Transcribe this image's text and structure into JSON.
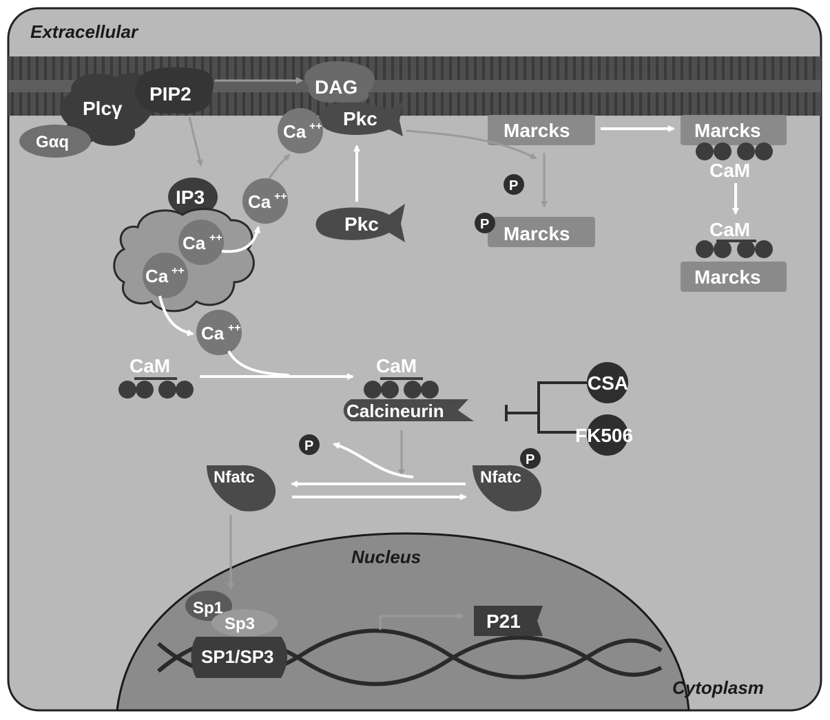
{
  "regions": {
    "extracellular": "Extracellular",
    "cytoplasm": "Cytoplasm",
    "nucleus": "Nucleus"
  },
  "labels": {
    "gaq": "Gαq",
    "plcy": "Plcγ",
    "pip2": "PIP2",
    "dag": "DAG",
    "pkc_membrane": "Pkc",
    "pkc_cyto": "Pkc",
    "ca_membrane": "Ca",
    "ca_cyto": "Ca",
    "ca_er_1": "Ca",
    "ca_er_2": "Ca",
    "ca_free": "Ca",
    "ca_superscript": "++",
    "ip3": "IP3",
    "marcks_membrane": "Marcks",
    "marcks_phos": "Marcks",
    "marcks_cam_top": "Marcks",
    "marcks_cam_bottom": "Marcks",
    "cam_marcks_top": "CaM",
    "cam_marcks_bottom": "CaM",
    "cam_left": "CaM",
    "cam_calcineurin": "CaM",
    "calcineurin": "Calcineurin",
    "csa": "CSA",
    "fk506": "FK506",
    "nfatc_left": "Nfatc",
    "nfatc_right": "Nfatc",
    "p_marcks_1": "P",
    "p_marcks_2": "P",
    "p_released": "P",
    "p_nfatc": "P",
    "sp1": "Sp1",
    "sp3": "Sp3",
    "sp1sp3": "SP1/SP3",
    "p21": "P21"
  },
  "colors": {
    "cell_fill": "#b9b9b9",
    "membrane": "#5a5a5a",
    "protein_dark": "#3c3c3c",
    "protein_mid": "#6f6f6f",
    "marcks_box": "#8a8a8a",
    "nucleus_fill": "#8b8b8b",
    "arrow_white": "#ffffff",
    "arrow_gray": "#8f8f8f"
  }
}
